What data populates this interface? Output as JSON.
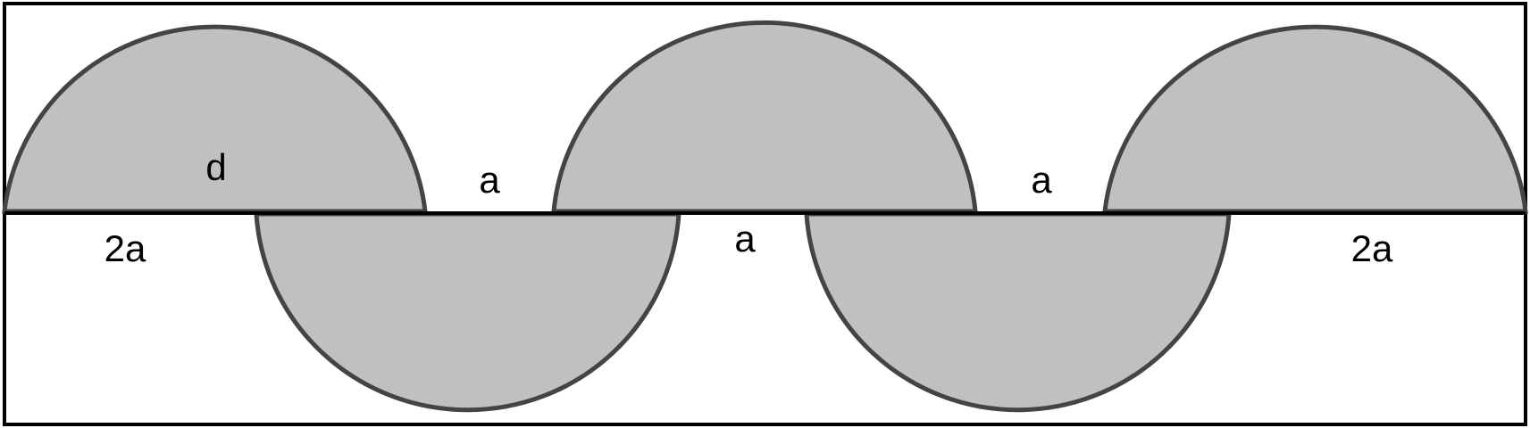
{
  "colors": {
    "semicircle_fill": "#c0c0c0",
    "semicircle_stroke": "#444444",
    "frame_stroke": "#000000",
    "background": "#ffffff"
  },
  "semicircles": {
    "upper_count": 3,
    "lower_count": 2
  },
  "labels": {
    "diameter": "d",
    "top_gap_left": "a",
    "top_gap_right": "a",
    "bottom_gap_middle": "a",
    "bottom_left": "2a",
    "bottom_right": "2a"
  }
}
